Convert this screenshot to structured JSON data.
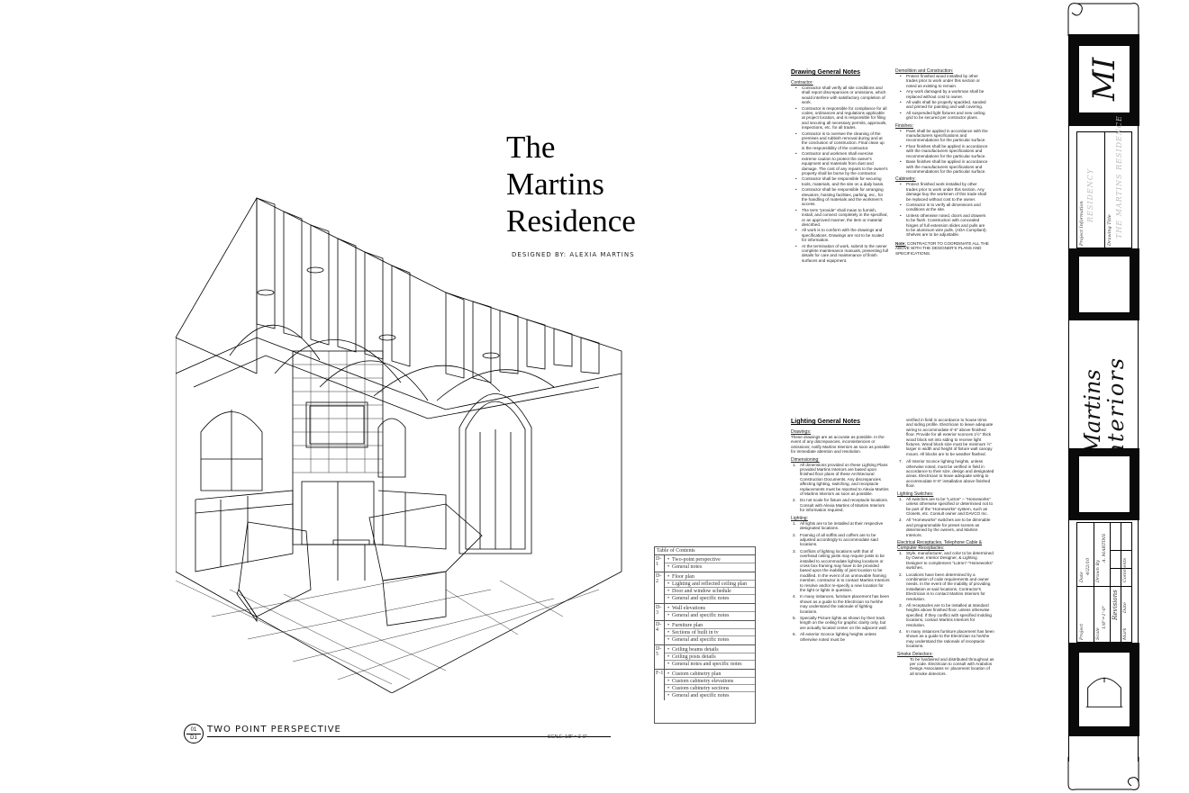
{
  "title": {
    "line1": "The",
    "line2": "Martins",
    "line3": "Residence",
    "designed_by": "DESIGNED BY: ALEXIA MARTINS"
  },
  "view_label": {
    "detail_number": "01",
    "sheet": "D1",
    "title": "TWO POINT PERSPECTIVE",
    "scale": "SCALE: 1/8\" = 1'-0\""
  },
  "toc": {
    "title": "Table of Contents",
    "sections": [
      {
        "code": "D-1",
        "items": [
          "Two-point perspective",
          "General notes"
        ]
      },
      {
        "code": "D-2",
        "items": [
          "Floor plan",
          "Lighting and reflected ceiling plan",
          "Door and window schedule",
          "General and specific notes"
        ]
      },
      {
        "code": "D-3",
        "items": [
          "Wall elevations",
          "General and specific notes"
        ]
      },
      {
        "code": "D-4",
        "items": [
          "Furniture plan",
          "Sections of built in tv",
          "General and specific notes"
        ]
      },
      {
        "code": "D-5",
        "items": [
          "Ceiling beams details",
          "Ceiling posts details",
          "General notes and specific notes"
        ]
      },
      {
        "code": "F-1",
        "items": [
          "Custom cabinetry plan",
          "Custom cabinetry elevations",
          "Custom cabinetry sections",
          "General and specific notes"
        ]
      }
    ]
  },
  "drawing_notes": {
    "title": "Drawing General Notes",
    "contractor_heading": "Contractor:",
    "contractor": [
      "Contractor shall verify all site conditions and shall report discrepancies or omissions, which would interfere with satisfactory completion of work.",
      "Contractor is responsible for compliance for all codes, ordinances and regulations applicable at project location, and is responsible for filing and securing all necessary permits, approvals, inspections, etc. for all trades.",
      "Contractor is to oversee the cleaning of the premises and rubbish removal during and at the conclusion of construction. Final clean up is the responsibility of the contractor.",
      "Contractor and workmen shall exercise extreme caution to protect the owner's equipment and materials from dust and damage. The cost of any repairs to the owner's property shall be borne by the contractor.",
      "Contractor shall be responsible for securing tools, materials, and the site on a daily basis.",
      "Contractor shall be responsible for arranging elevators, hoisting facilities, parking, etc., for the handling of materials and the workmen's access.",
      "The term \"provide\" shall mean to furnish, install, and connect completely in the specified, or an approved manner, the item or material described.",
      "All work is to conform with the drawings and specifications. Drawings are not to be scaled for information.",
      "At the termination of work, submit to the owner complete maintenance manuals, presenting full details for care and maintenance of finish surfaces and equipment."
    ],
    "demolition_heading": "Demolition and Construction:",
    "demolition": [
      "Protect finished wood installed by other trades prior to work under this section or noted as existing to remain.",
      "Any work damaged by a workman shall be replaced without cost to owner.",
      "All walls shall be properly spackled, sanded and primed for painting and wall covering.",
      "All suspended light fixtures and new ceiling grid to be secured per contractor plans."
    ],
    "finishes_heading": "Finishes:",
    "finishes": [
      "Paint shall be applied in accordance with the manufacturers specifications and recommendations for the particular surface.",
      "Floor finishes shall be applied in accordance with the manufacturers specifications and recommendations for the particular surface.",
      "Base finishes shall be applied in accordance with the manufacturers specifications and recommendations for the particular surface."
    ],
    "cabinetry_heading": "Cabinetry:",
    "cabinetry": [
      "Protect finished work installed by other trades prior to work under this section. Any damage buy the workmen of this trade shall be replaced without cost to the owner.",
      "Contractor is to verify all dimensions and conditions at the site.",
      "Unless otherwise noted, doors and drawers to be flush. Construction with concealed hinges of full extension slides and pulls are to be aluminum wire pulls. (ADA Compliant). Shelves are to be adjustable."
    ],
    "note_label": "Note:",
    "note_text": "CONTRACTOR TO COORDINATE ALL THE ABOVE WITH THE DESIGNER'S PLANS AND SPECIFICATIONS."
  },
  "lighting_notes": {
    "title": "Lighting General Notes",
    "drawings_heading": "Drawings:",
    "drawings_text": "These drawings are as accurate as possible. In the event of any discrepancies, inconsistencies or omissions; notify Martins Interiors as soon as possible for immediate attention and resolution.",
    "dimensioning_heading": "Dimensioning:",
    "dimensioning": [
      "All dimensions provided on these Lighting Plans provided Martins Interiors are based upon finished floor plans of these Architectural Construction Documents. Any discrepancies affecting lighting, switching, and receptacle replacements must be reported to Alexia Martins of Martins Interiors as soon as possible.",
      "Do not scale for fixture and receptacle locations. Consult with Alexia Martins of Martins Interiors for information required."
    ],
    "lighting_heading": "Lighting:",
    "lighting": [
      "All lights are to be installed at their respective designated locations.",
      "Framing of all soffits and coffers are to be adjusted accordingly to accommodate said locations.",
      "Conflicts of lighting locations with that of overhead ceiling joists may require joists to be installed to accommodate lighting locations or cross box framing may have to be provided based upon the inability of joist location to be modified. In the event of an unmovable framing member, contractor is to contact Martins Interiors to resolve and/or re-specify a new location for the light or lights in question.",
      "In many instances, furniture placement has been shown as a guide to the Electrician so he/she may understand the rationale of lighting locations.",
      "Specialty Picture lights as shown by their track length on the ceiling for graphic clarity only, but are actually located center on the adjacent wall.",
      "All exterior Sconce lighting heights unless otherwise noted must be"
    ],
    "col2_lead": "verified in field in accordance to house trims and siding profile. Electrician to leave adequate wiring to accommodate 6'-6\" above finished floor. Provide for all exterior sconces 1½\" thick wood block set into siding to receive light fixtures. Wood block size must be minimum ½\" larger in width and height of fixture wall canopy mount. All blocks are to be weather flashed.",
    "col2_item7": "All Interior Sconce lighting heights, unless otherwise noted, must be verified in field in accordance to their size, design and designated areas. Electrician to leave adequate wiring to accommodate 6'-6\" installation above finished floor.",
    "switches_heading": "Lighting Switches:",
    "switches": [
      "All switches are to be \"Lutron\" – \"Homeworks\" unless otherwise specified or determined not to be part of the \"Homeworks\" system, such as Closets, etc. Consult owner and DAVCO Inc.",
      "All \"Homeworks\" switches are to be dimmable and programmable for preset scenes as determined by the owners, and Martins Interiors."
    ],
    "receptacles_heading": "Electrical Receptacles, Telephone Cable & Computer Receptacles:",
    "receptacles": [
      "Style, manufacturer, and color to be determined by Owner, Interior Designer, & Lighting Designer to complement \"Lutron\"-\"Homeworks\" switches.",
      "Locations have been determined by a combination of code requirements and owner needs. In the event of the inability of providing installation at said locations, Contractor's Electrician is to contact Martins Interiors for resolution.",
      "All receptacles are to be installed at standard heights above finished floor, unless otherwise specified. If they conflict with specified molding locations, contact Martins Interiors for resolution.",
      "In many instances furniture placement has been shown as a guide to the Electrician so he/she may understand the rationale of receptacle locations."
    ],
    "smoke_heading": "Smoke Detectors:",
    "smoke_text": "To be hardwired and distributed throughout as per code. Electrician to consult with Arabolos Design Associates re: placement location of all smoke detectors."
  },
  "title_block": {
    "logo": "MI",
    "project_info_label": "Project Information",
    "project_info_value": "RESIDENCY",
    "drawing_title_label": "Drawing Title",
    "drawing_title_value": "THE MARTINS RESIDENCE",
    "brand_line1": "Martins",
    "brand_line2": "Interiors",
    "date_label": "Date",
    "date_value": "4/22/10",
    "drawn_by_label": "Drawn By",
    "drawn_by_value": "A. MARTINS",
    "comments_label": "Comments",
    "revisions_label": "Revisions",
    "project_label": "Project",
    "scale_label": "Scale",
    "scale_value": "1/8\"=1'-0\"",
    "date2_label": "Date",
    "mark_label": "Mark"
  }
}
